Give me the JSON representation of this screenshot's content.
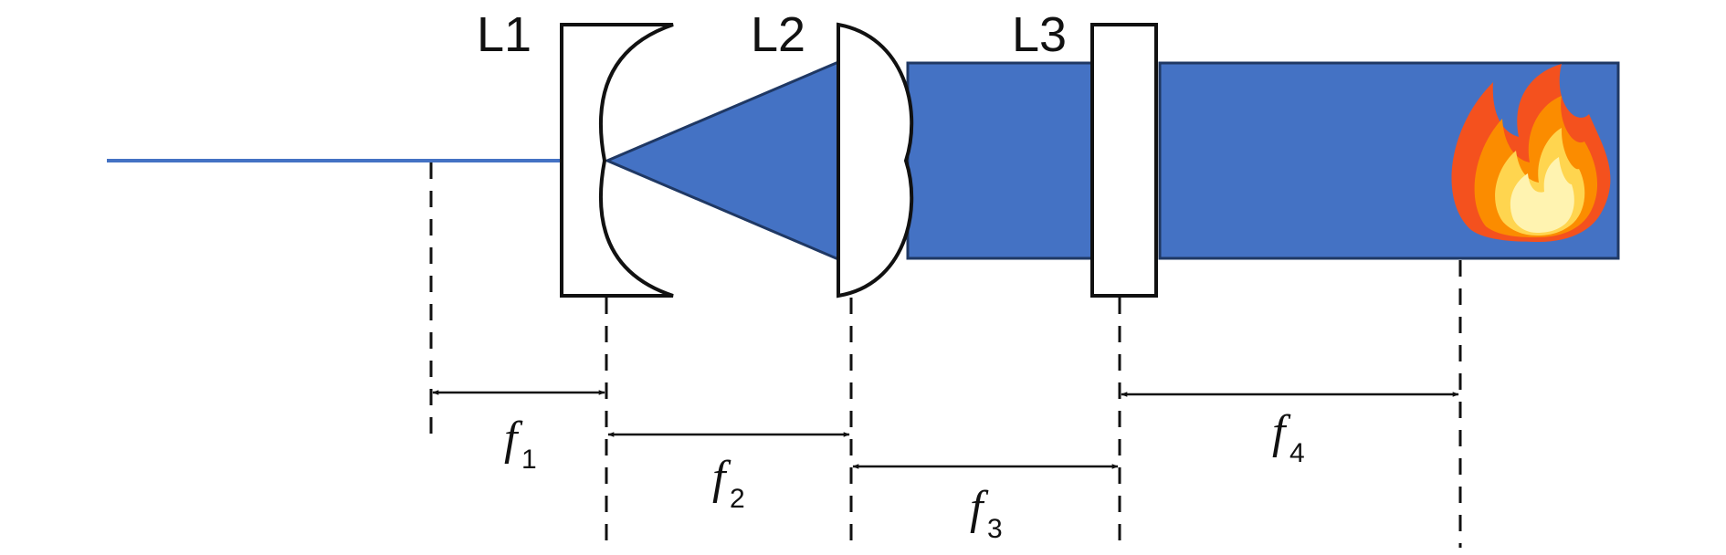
{
  "colors": {
    "beam": "#4472c4",
    "beam_edge": "#1f3864",
    "lens_stroke": "#111111",
    "lens_fill": "#ffffff",
    "guide": "#111111",
    "flame_outer": "#f4511e",
    "flame_mid": "#fb8c00",
    "flame_inner": "#ffd54f",
    "flame_core": "#fff3b0"
  },
  "lenses": [
    {
      "label": "L1",
      "kind": "plano-concave"
    },
    {
      "label": "L2",
      "kind": "plano-convex"
    },
    {
      "label": "L3",
      "kind": "flat-plate"
    }
  ],
  "focal_lengths": [
    {
      "symbol": "f",
      "subscript": "1"
    },
    {
      "symbol": "f",
      "subscript": "2"
    },
    {
      "symbol": "f",
      "subscript": "3"
    },
    {
      "symbol": "f",
      "subscript": "4"
    }
  ],
  "icons": {
    "focus": "flame-icon"
  }
}
